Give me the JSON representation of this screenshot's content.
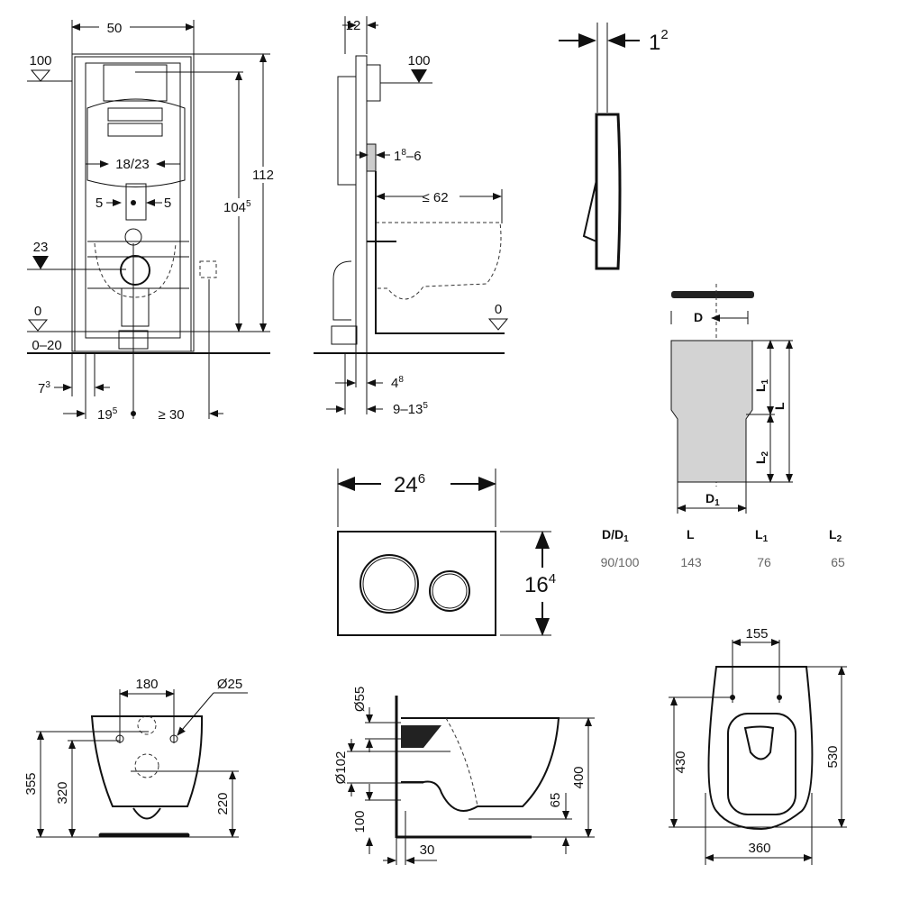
{
  "frame_front": {
    "width": "50",
    "level_top": "100",
    "height_total": "112",
    "height_inner": "104",
    "height_inner_sup": "5",
    "spacing": "18/23",
    "offset_left": "5",
    "offset_right": "5",
    "level_supply": "23",
    "level_floor": "0",
    "floor_range": "0–20",
    "leg_offset": "7",
    "leg_offset_sup": "3",
    "center_offset": "19",
    "center_offset_sup": "5",
    "min_side": "≥ 30"
  },
  "frame_side": {
    "depth": "12",
    "level_top": "100",
    "wall_thickness": "1",
    "wall_thickness_sup": "8",
    "wall_thickness_rest": "–6",
    "bowl_projection": "≤ 62",
    "level_floor": "0",
    "foot_offset": "4",
    "foot_offset_sup": "8",
    "foot_range": "9–13",
    "foot_range_sup": "5"
  },
  "flush_plate_profile": {
    "thickness": "1",
    "thickness_sup": "2"
  },
  "pipe": {
    "label_d": "D",
    "label_d1": "D",
    "label_d1_sub": "1",
    "label_l": "L",
    "label_l1": "L",
    "label_l1_sub": "1",
    "label_l2": "L",
    "label_l2_sub": "2"
  },
  "pipe_table": {
    "headers": [
      {
        "main": "D/D",
        "sub": "1"
      },
      {
        "main": "L",
        "sub": ""
      },
      {
        "main": "L",
        "sub": "1"
      },
      {
        "main": "L",
        "sub": "2"
      }
    ],
    "values": [
      "90/100",
      "143",
      "76",
      "65"
    ]
  },
  "flush_plate": {
    "width": "24",
    "width_sup": "6",
    "height": "16",
    "height_sup": "4"
  },
  "bowl_back": {
    "hole_spacing": "180",
    "hole_diameter": "Ø25",
    "h355": "355",
    "h320": "320",
    "h220": "220"
  },
  "bowl_side": {
    "d55": "Ø55",
    "d102": "Ø102",
    "h100": "100",
    "w30": "30",
    "h400": "400",
    "h65": "65"
  },
  "bowl_top": {
    "hole_spacing": "155",
    "h430": "430",
    "h530": "530",
    "w360": "360"
  }
}
